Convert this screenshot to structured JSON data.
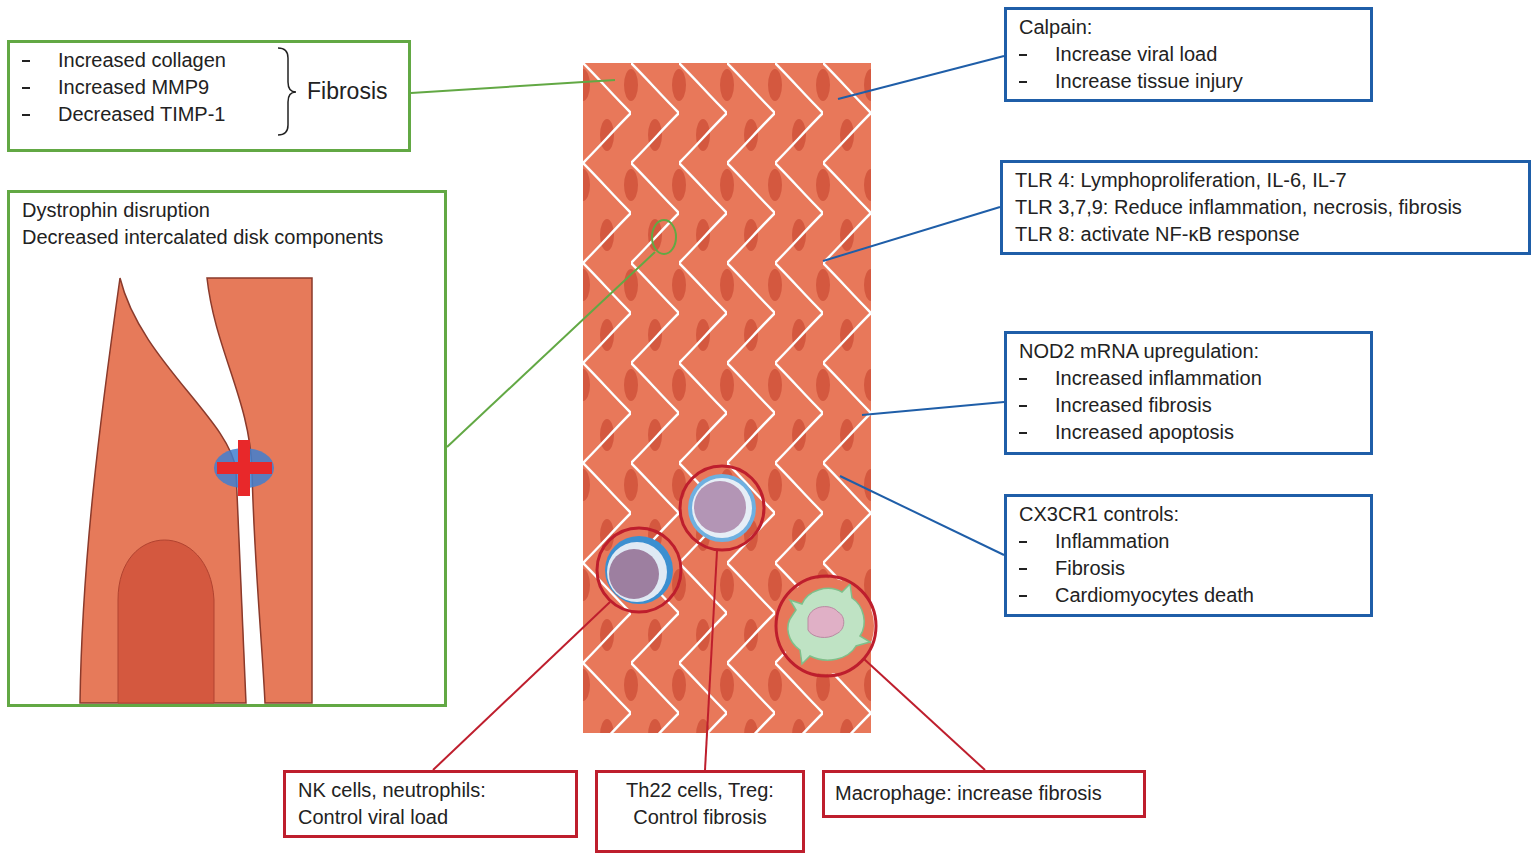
{
  "diagram": {
    "nodes": [
      {
        "text": [
          "Increased collagen",
          "Increased MMP9",
          "Decreased TIMP-1",
          "Fibrosis"
        ]
      },
      {
        "text": [
          "Dystrophin disruption",
          "Decreased intercalated disk components"
        ]
      },
      {
        "text": [
          "Calpain:",
          "Increase viral load",
          "Increase tissue injury"
        ]
      },
      {
        "text": [
          "TLR 4: Lymphoproliferation, IL-6, IL-7",
          "TLR 3,7,9: Reduce inflammation, necrosis, fibrosis",
          "TLR 8: activate NF-κB response"
        ]
      },
      {
        "text": [
          "NOD2 mRNA upregulation:",
          "Increased inflammation",
          "Increased fibrosis",
          "Increased apoptosis"
        ]
      },
      {
        "text": [
          "CX3CR1 controls:",
          "Inflammation",
          "Fibrosis",
          "Cardiomyocytes death"
        ]
      },
      {
        "text": [
          "NK cells, neutrophils:",
          "Control viral load"
        ]
      },
      {
        "text": [
          "Th22 cells, Treg:",
          "Control fibrosis"
        ]
      },
      {
        "text": [
          "Macrophage: increase fibrosis"
        ]
      }
    ]
  }
}
